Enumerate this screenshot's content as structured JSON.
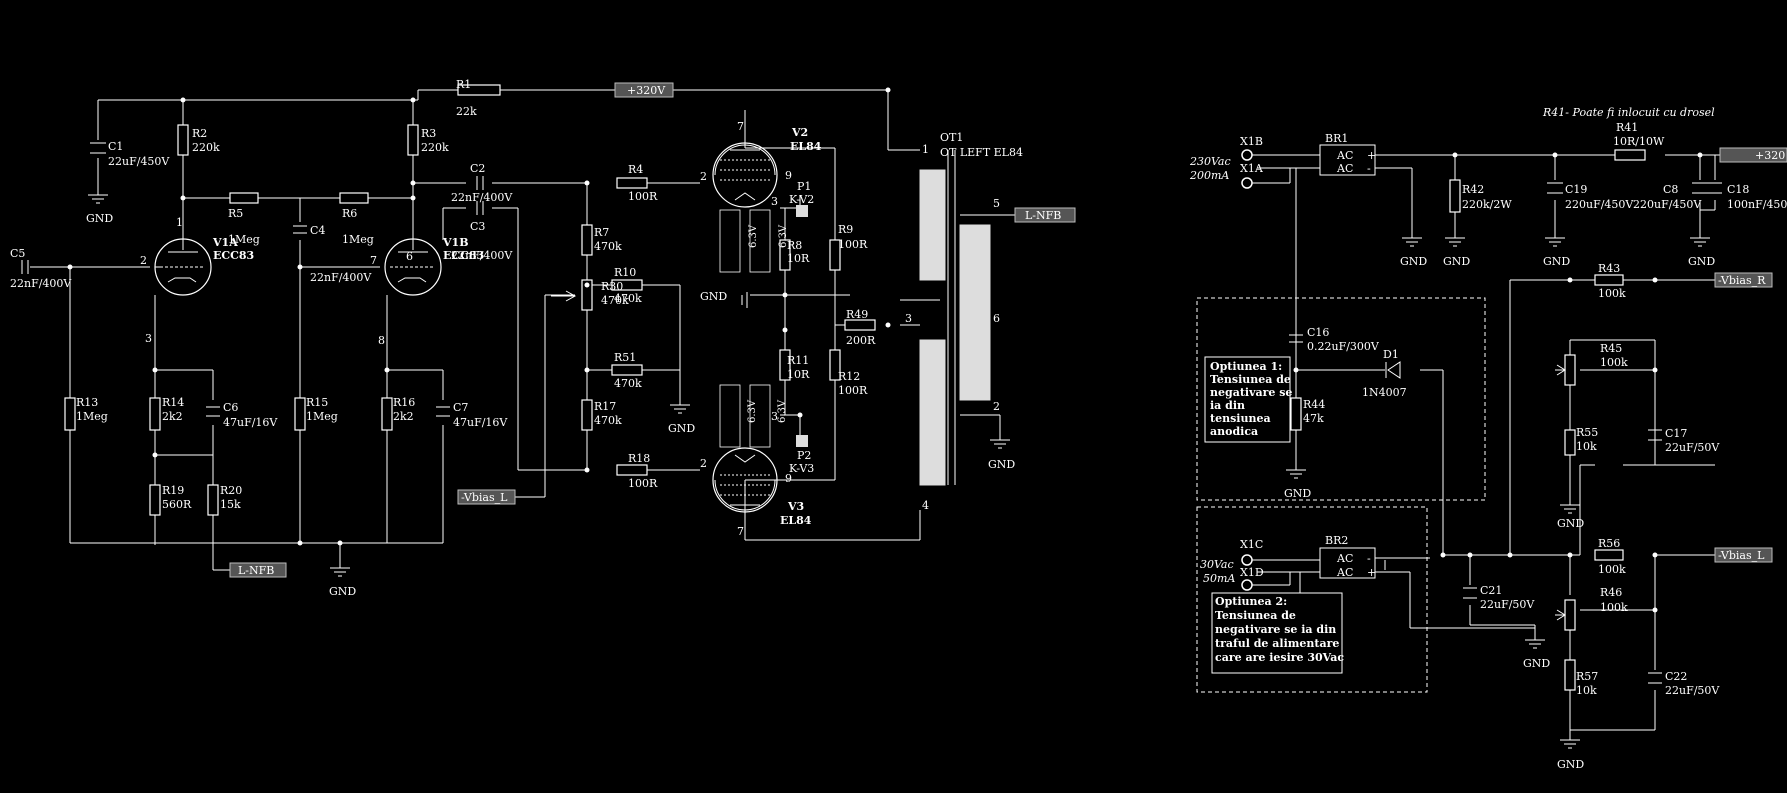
{
  "supplies": {
    "b_plus": "+320V",
    "b_plus_right": "+320"
  },
  "flags": {
    "l_nfb": "L-NFB",
    "l_nfb_out": "L-NFB",
    "vbias_l_in": "-Vbias_L",
    "vbias_r": "-Vbias_R",
    "vbias_l": "-Vbias_L"
  },
  "gnd": "GND",
  "tubes": {
    "v1a": {
      "ref": "V1A",
      "type": "ECC83"
    },
    "v1b": {
      "ref": "V1B",
      "type": "ECC83"
    },
    "v2": {
      "ref": "V2",
      "type": "EL84"
    },
    "v3": {
      "ref": "V3",
      "type": "EL84"
    },
    "heater": "6.3V"
  },
  "pins": {
    "p1": "1",
    "p2": "2",
    "p3": "3",
    "p4": "4",
    "p5": "5",
    "p6": "6",
    "p7": "7",
    "p8": "8",
    "p9": "9"
  },
  "parts": {
    "C1": "C1",
    "C1v": "22uF/450V",
    "R2": "R2",
    "R2v": "220k",
    "R3": "R3",
    "R3v": "220k",
    "R1": "R1",
    "R1v": "22k",
    "C2": "C2",
    "C2v": "22nF/400V",
    "C3": "C3",
    "C3v": "22nF/400V",
    "R5": "R5",
    "R5v": "1Meg",
    "R6": "R6",
    "R6v": "1Meg",
    "C4": "C4",
    "C4v": "22nF/400V",
    "C5": "C5",
    "C5v": "22nF/400V",
    "R13": "R13",
    "R13v": "1Meg",
    "R14": "R14",
    "R14v": "2k2",
    "C6": "C6",
    "C6v": "47uF/16V",
    "R15": "R15",
    "R15v": "1Meg",
    "R16": "R16",
    "R16v": "2k2",
    "C7": "C7",
    "C7v": "47uF/16V",
    "R19": "R19",
    "R19v": "560R",
    "R20": "R20",
    "R20v": "15k",
    "R4": "R4",
    "R4v": "100R",
    "R18": "R18",
    "R18v": "100R",
    "R7": "R7",
    "R7v": "470k",
    "R10": "R10",
    "R10v": "470k",
    "R30": "R30",
    "R30v": "470k",
    "R51": "R51",
    "R51v": "470k",
    "R17": "R17",
    "R17v": "470k",
    "P1": "P1",
    "P1v": "K-V2",
    "P2": "P2",
    "P2v": "K-V3",
    "R8": "R8",
    "R8v": "10R",
    "R11": "R11",
    "R11v": "10R",
    "R9": "R9",
    "R9v": "100R",
    "R12": "R12",
    "R12v": "100R",
    "R49": "R49",
    "R49v": "200R",
    "OT1": "OT1",
    "OT1v": "OT LEFT EL84",
    "BR1": "BR1",
    "BR2": "BR2",
    "AC": "AC",
    "plus": "+",
    "minus": "-",
    "R41": "R41",
    "R41v": "10R/10W",
    "R42": "R42",
    "R42v": "220k/2W",
    "C19": "C19",
    "C19v": "220uF/450V",
    "C8": "C8",
    "C8v": "220uF/450V",
    "C18": "C18",
    "C18v": "100nF/450",
    "C16": "C16",
    "C16v": "0.22uF/300V",
    "D1": "D1",
    "D1v": "1N4007",
    "R44": "R44",
    "R44v": "47k",
    "R43": "R43",
    "R43v": "100k",
    "R45": "R45",
    "R45v": "100k",
    "R55": "R55",
    "R55v": "10k",
    "C17": "C17",
    "C17v": "22uF/50V",
    "R56": "R56",
    "R56v": "100k",
    "R46": "R46",
    "R46v": "100k",
    "R57": "R57",
    "R57v": "10k",
    "C22": "C22",
    "C22v": "22uF/50V",
    "C21": "C21",
    "C21v": "22uF/50V",
    "X1A": "X1A",
    "X1B": "X1B",
    "X1C": "X1C",
    "X1D": "X1D"
  },
  "notes": {
    "r41_note": "R41- Poate fi inlocuit cu drosel",
    "v230_a": "230Vac",
    "v230_b": "200mA",
    "v30_a": "30Vac",
    "v30_b": "50mA",
    "opt1": [
      "Optiunea 1:",
      "Tensiunea de",
      "negativare se",
      "ia din",
      "tensiunea",
      "anodica"
    ],
    "opt2": [
      "Optiunea 2:",
      "Tensiunea de",
      "negativare se ia din",
      "traful de alimentare",
      "care are iesire 30Vac"
    ]
  }
}
